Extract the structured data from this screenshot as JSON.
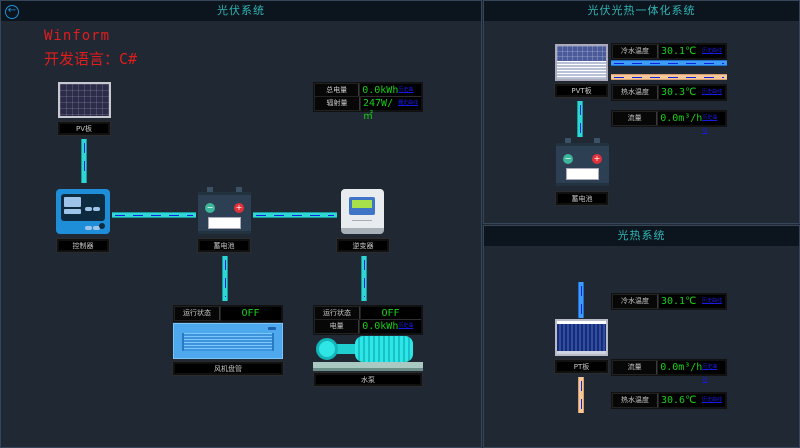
{
  "watermark": {
    "line1": "Winform",
    "line2": "开发语言：C#"
  },
  "left_panel": {
    "title": "光伏系统",
    "back_icon": "arrow-left-circle-icon",
    "summary": [
      {
        "label": "总电量",
        "value": "0.0kWh",
        "link": "历史曲线"
      },
      {
        "label": "辐射量",
        "value": "247W/㎡",
        "link": "历史曲线"
      }
    ],
    "devices": {
      "pv": "PV板",
      "controller": "控制器",
      "battery": "蓄电池",
      "inverter": "逆变器",
      "fan_coil": "风机盘管",
      "pump": "水泵"
    },
    "fan_coil_status": {
      "label": "运行状态",
      "value": "OFF"
    },
    "pump_status": [
      {
        "label": "运行状态",
        "value": "OFF"
      },
      {
        "label": "电量",
        "value": "0.0kWh",
        "link": "历史曲线"
      }
    ]
  },
  "pvt_panel": {
    "title": "光伏光热一体化系统",
    "device_label": "PVT板",
    "battery_label": "蓄电池",
    "readings": [
      {
        "label": "冷水温度",
        "value": "30.1℃",
        "link": "历史曲线"
      },
      {
        "label": "热水温度",
        "value": "30.3℃",
        "link": "历史曲线"
      },
      {
        "label": "流量",
        "value": "0.0m³/h",
        "link": "历史曲线"
      }
    ]
  },
  "pt_panel": {
    "title": "光热系统",
    "device_label": "PT板",
    "readings": [
      {
        "label": "冷水温度",
        "value": "30.1℃",
        "link": "历史曲线"
      },
      {
        "label": "流量",
        "value": "0.0m³/h",
        "link": "历史曲线"
      },
      {
        "label": "热水温度",
        "value": "30.6℃",
        "link": "历史曲线"
      }
    ]
  },
  "colors": {
    "title_text": "#2fb5b5",
    "value_green": "#18d018",
    "link_blue": "#1a1ae0",
    "watermark_red": "#e11d1d",
    "pipe_cyan": "#2fd6d6",
    "pipe_cold": "#3d9cf5",
    "pipe_hot": "#f5c89a"
  }
}
